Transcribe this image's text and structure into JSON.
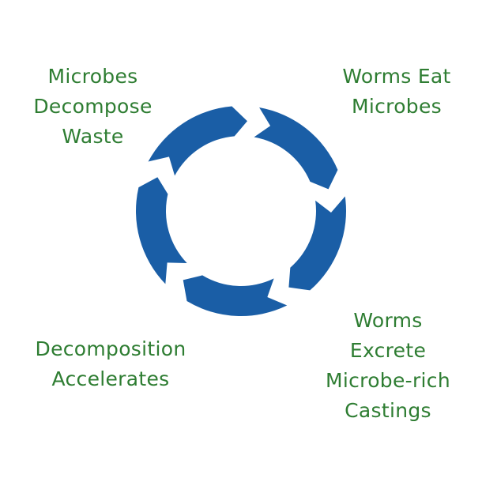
{
  "cycle": {
    "color": "#1a5ea6",
    "label_color": "#2e7d32",
    "segments": 5
  },
  "labels": {
    "top_left": [
      "Microbes",
      "Decompose",
      "Waste"
    ],
    "top_right": [
      "Worms Eat",
      "Microbes"
    ],
    "bottom_right": [
      "Worms",
      "Excrete",
      "Microbe-rich",
      "Castings"
    ],
    "bottom_left": [
      "Decomposition",
      "Accelerates"
    ]
  }
}
